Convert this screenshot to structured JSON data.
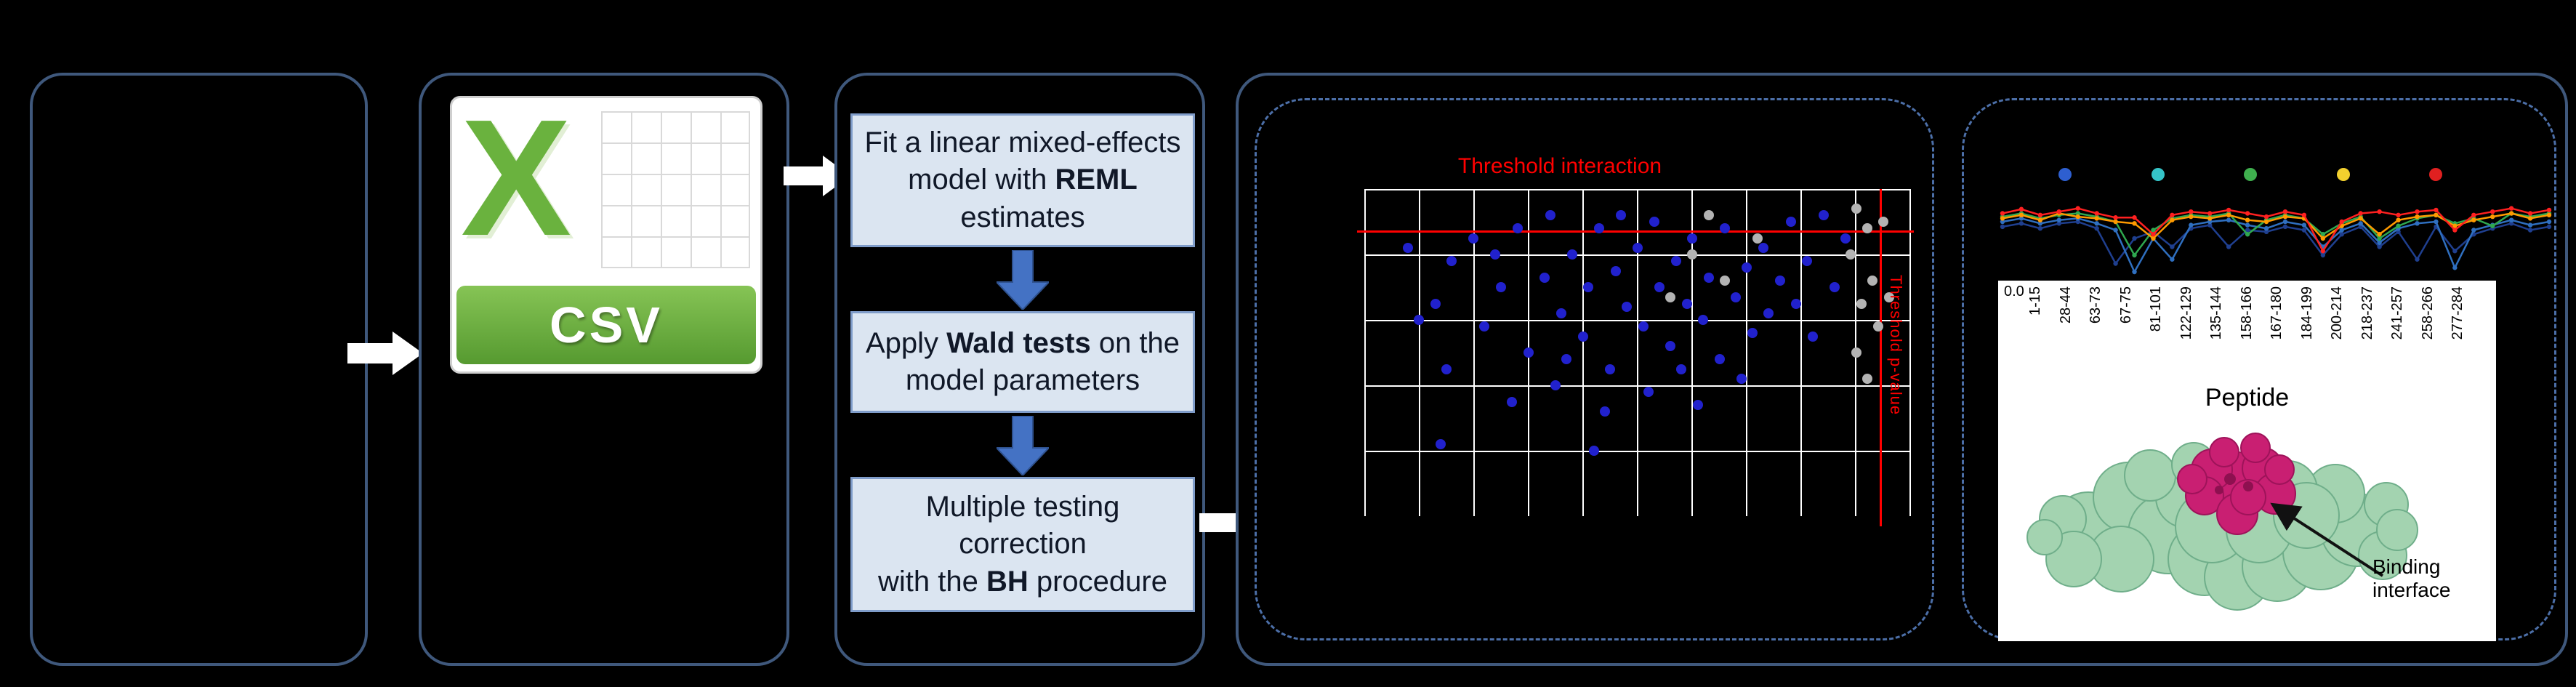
{
  "colors": {
    "panel_border": "#3f587c",
    "dashed_border": "#4c6fa8",
    "step_box_bg": "#dbe5f1",
    "step_box_border": "#7f9cc9",
    "flow_arrow_blue": "#4472c4",
    "threshold_red": "#ff0000",
    "scatter_blue": "#2121cd",
    "scatter_gray": "#b3b3b3",
    "csv_green": "#6ab23e",
    "protein_surface_green": "#a3d3b0",
    "binding_patch_magenta": "#c91f72"
  },
  "csv_icon": {
    "letter": "X",
    "label": "CSV"
  },
  "pipeline": {
    "step1": {
      "pre": "Fit a linear mixed-effects model with ",
      "bold": "REML",
      "post": " estimates"
    },
    "step2": {
      "pre": "Apply ",
      "bold": "Wald tests",
      "post": " on the model parameters"
    },
    "step3": {
      "pre": "Multiple testing correction\nwith the ",
      "bold": "BH",
      "post": " procedure"
    }
  },
  "volcano": {
    "title": "Threshold interaction",
    "side_label": "Threshold p-value",
    "threshold_y_frac": 0.126,
    "threshold_x_frac": 0.943,
    "blue_points": [
      [
        0.08,
        0.18
      ],
      [
        0.13,
        0.35
      ],
      [
        0.16,
        0.22
      ],
      [
        0.2,
        0.15
      ],
      [
        0.22,
        0.42
      ],
      [
        0.25,
        0.3
      ],
      [
        0.28,
        0.12
      ],
      [
        0.3,
        0.5
      ],
      [
        0.33,
        0.27
      ],
      [
        0.34,
        0.08
      ],
      [
        0.36,
        0.38
      ],
      [
        0.38,
        0.2
      ],
      [
        0.4,
        0.45
      ],
      [
        0.41,
        0.3
      ],
      [
        0.43,
        0.12
      ],
      [
        0.45,
        0.55
      ],
      [
        0.46,
        0.25
      ],
      [
        0.48,
        0.36
      ],
      [
        0.5,
        0.18
      ],
      [
        0.51,
        0.42
      ],
      [
        0.53,
        0.1
      ],
      [
        0.54,
        0.3
      ],
      [
        0.56,
        0.48
      ],
      [
        0.57,
        0.22
      ],
      [
        0.59,
        0.35
      ],
      [
        0.6,
        0.15
      ],
      [
        0.62,
        0.4
      ],
      [
        0.63,
        0.27
      ],
      [
        0.65,
        0.52
      ],
      [
        0.66,
        0.12
      ],
      [
        0.68,
        0.33
      ],
      [
        0.7,
        0.24
      ],
      [
        0.71,
        0.44
      ],
      [
        0.73,
        0.18
      ],
      [
        0.74,
        0.38
      ],
      [
        0.76,
        0.28
      ],
      [
        0.78,
        0.1
      ],
      [
        0.79,
        0.35
      ],
      [
        0.81,
        0.22
      ],
      [
        0.82,
        0.45
      ],
      [
        0.27,
        0.65
      ],
      [
        0.35,
        0.6
      ],
      [
        0.44,
        0.68
      ],
      [
        0.52,
        0.62
      ],
      [
        0.61,
        0.66
      ],
      [
        0.15,
        0.55
      ],
      [
        0.69,
        0.58
      ],
      [
        0.24,
        0.2
      ],
      [
        0.47,
        0.08
      ],
      [
        0.58,
        0.55
      ],
      [
        0.37,
        0.52
      ],
      [
        0.1,
        0.4
      ],
      [
        0.86,
        0.3
      ],
      [
        0.88,
        0.15
      ],
      [
        0.84,
        0.08
      ],
      [
        0.14,
        0.78
      ],
      [
        0.42,
        0.8
      ]
    ],
    "gray_points": [
      [
        0.9,
        0.06
      ],
      [
        0.92,
        0.12
      ],
      [
        0.89,
        0.2
      ],
      [
        0.93,
        0.28
      ],
      [
        0.91,
        0.35
      ],
      [
        0.94,
        0.42
      ],
      [
        0.9,
        0.5
      ],
      [
        0.92,
        0.58
      ],
      [
        0.95,
        0.1
      ],
      [
        0.96,
        0.33
      ],
      [
        0.6,
        0.2
      ],
      [
        0.66,
        0.28
      ],
      [
        0.72,
        0.15
      ],
      [
        0.56,
        0.33
      ],
      [
        0.63,
        0.08
      ]
    ]
  },
  "profile_chart": {
    "ytick": "0.0",
    "legend_dot_colors": [
      "#2e5fd0",
      "#35c4c8",
      "#3faf4e",
      "#f2d02e",
      "#e02020"
    ],
    "series": [
      {
        "name": "navy",
        "color": "#1f3f8f",
        "values": [
          0.46,
          0.42,
          0.48,
          0.42,
          0.4,
          0.48,
          0.9,
          0.6,
          0.52,
          0.7,
          0.48,
          0.44,
          0.7,
          0.5,
          0.52,
          0.46,
          0.5,
          0.8,
          0.55,
          0.46,
          0.7,
          0.52,
          0.85,
          0.46,
          0.75,
          0.55,
          0.48,
          0.42,
          0.5,
          0.46
        ]
      },
      {
        "name": "blue",
        "color": "#2f6fc0",
        "values": [
          0.4,
          0.36,
          0.42,
          0.38,
          0.36,
          0.42,
          0.5,
          1.0,
          0.6,
          0.85,
          0.44,
          0.4,
          0.38,
          0.44,
          0.48,
          0.4,
          0.44,
          0.7,
          0.5,
          0.42,
          0.65,
          0.48,
          0.42,
          0.4,
          0.95,
          0.5,
          0.44,
          0.38,
          0.44,
          0.4
        ]
      },
      {
        "name": "green",
        "color": "#2fa84f",
        "values": [
          0.34,
          0.3,
          0.36,
          0.32,
          0.3,
          0.34,
          0.4,
          0.8,
          0.5,
          0.36,
          0.32,
          0.34,
          0.3,
          0.55,
          0.38,
          0.32,
          0.36,
          0.55,
          0.42,
          0.34,
          0.6,
          0.45,
          0.36,
          0.32,
          0.42,
          0.36,
          0.45,
          0.3,
          0.34,
          0.3
        ]
      },
      {
        "name": "orange",
        "color": "#ff9a00",
        "values": [
          0.36,
          0.32,
          0.38,
          0.3,
          0.34,
          0.36,
          0.4,
          0.42,
          0.6,
          0.38,
          0.34,
          0.36,
          0.32,
          0.38,
          0.4,
          0.34,
          0.36,
          0.6,
          0.45,
          0.36,
          0.55,
          0.38,
          0.34,
          0.32,
          0.45,
          0.38,
          0.34,
          0.3,
          0.36,
          0.32
        ]
      },
      {
        "name": "red",
        "color": "#ff2020",
        "values": [
          0.3,
          0.25,
          0.32,
          0.28,
          0.24,
          0.3,
          0.35,
          0.35,
          0.55,
          0.32,
          0.28,
          0.3,
          0.26,
          0.3,
          0.34,
          0.28,
          0.32,
          0.75,
          0.4,
          0.3,
          0.28,
          0.32,
          0.28,
          0.26,
          0.5,
          0.32,
          0.28,
          0.24,
          0.3,
          0.26
        ]
      }
    ]
  },
  "peptide_axis": {
    "labels": [
      "1-15",
      "28-44",
      "63-73",
      "67-75",
      "81-101",
      "122-129",
      "135-144",
      "158-166",
      "167-180",
      "184-199",
      "200-214",
      "218-237",
      "241-257",
      "258-266",
      "277-284"
    ],
    "axis_label": "Peptide"
  },
  "annotation": {
    "binding": "Binding interface"
  }
}
